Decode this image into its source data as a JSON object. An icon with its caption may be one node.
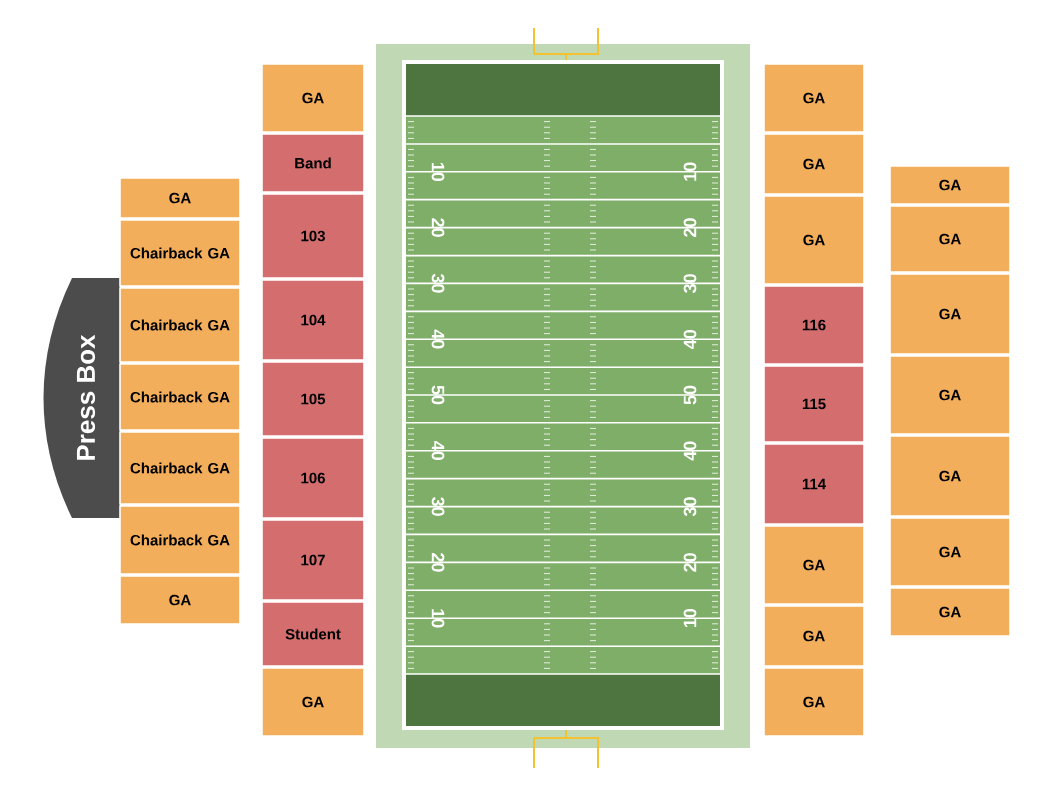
{
  "diagram": {
    "nodes": [
      {
        "text": [
          "Press Box"
        ]
      },
      {
        "text": [
          "GA"
        ]
      },
      {
        "text": [
          "Chairback GA"
        ]
      },
      {
        "text": [
          "Chairback GA"
        ]
      },
      {
        "text": [
          "Chairback GA"
        ]
      },
      {
        "text": [
          "Chairback GA"
        ]
      },
      {
        "text": [
          "Chairback GA"
        ]
      },
      {
        "text": [
          "GA"
        ]
      },
      {
        "text": [
          "GA"
        ]
      },
      {
        "text": [
          "Band"
        ]
      },
      {
        "text": [
          "103"
        ]
      },
      {
        "text": [
          "104"
        ]
      },
      {
        "text": [
          "105"
        ]
      },
      {
        "text": [
          "106"
        ]
      },
      {
        "text": [
          "107"
        ]
      },
      {
        "text": [
          "Student"
        ]
      },
      {
        "text": [
          "GA"
        ]
      },
      {
        "text": [
          "GA"
        ]
      },
      {
        "text": [
          "GA"
        ]
      },
      {
        "text": [
          "GA"
        ]
      },
      {
        "text": [
          "116"
        ]
      },
      {
        "text": [
          "115"
        ]
      },
      {
        "text": [
          "114"
        ]
      },
      {
        "text": [
          "GA"
        ]
      },
      {
        "text": [
          "GA"
        ]
      },
      {
        "text": [
          "GA"
        ]
      },
      {
        "text": [
          "GA"
        ]
      },
      {
        "text": [
          "GA"
        ]
      },
      {
        "text": [
          "GA"
        ]
      },
      {
        "text": [
          "GA"
        ]
      },
      {
        "text": [
          "GA"
        ]
      },
      {
        "text": [
          "GA"
        ]
      },
      {
        "text": [
          "GA"
        ]
      }
    ],
    "labels": [
      "10",
      "10",
      "20",
      "20",
      "30",
      "30",
      "40",
      "40",
      "50",
      "50",
      "40",
      "40",
      "30",
      "30",
      "20",
      "20",
      "10",
      "10"
    ]
  }
}
